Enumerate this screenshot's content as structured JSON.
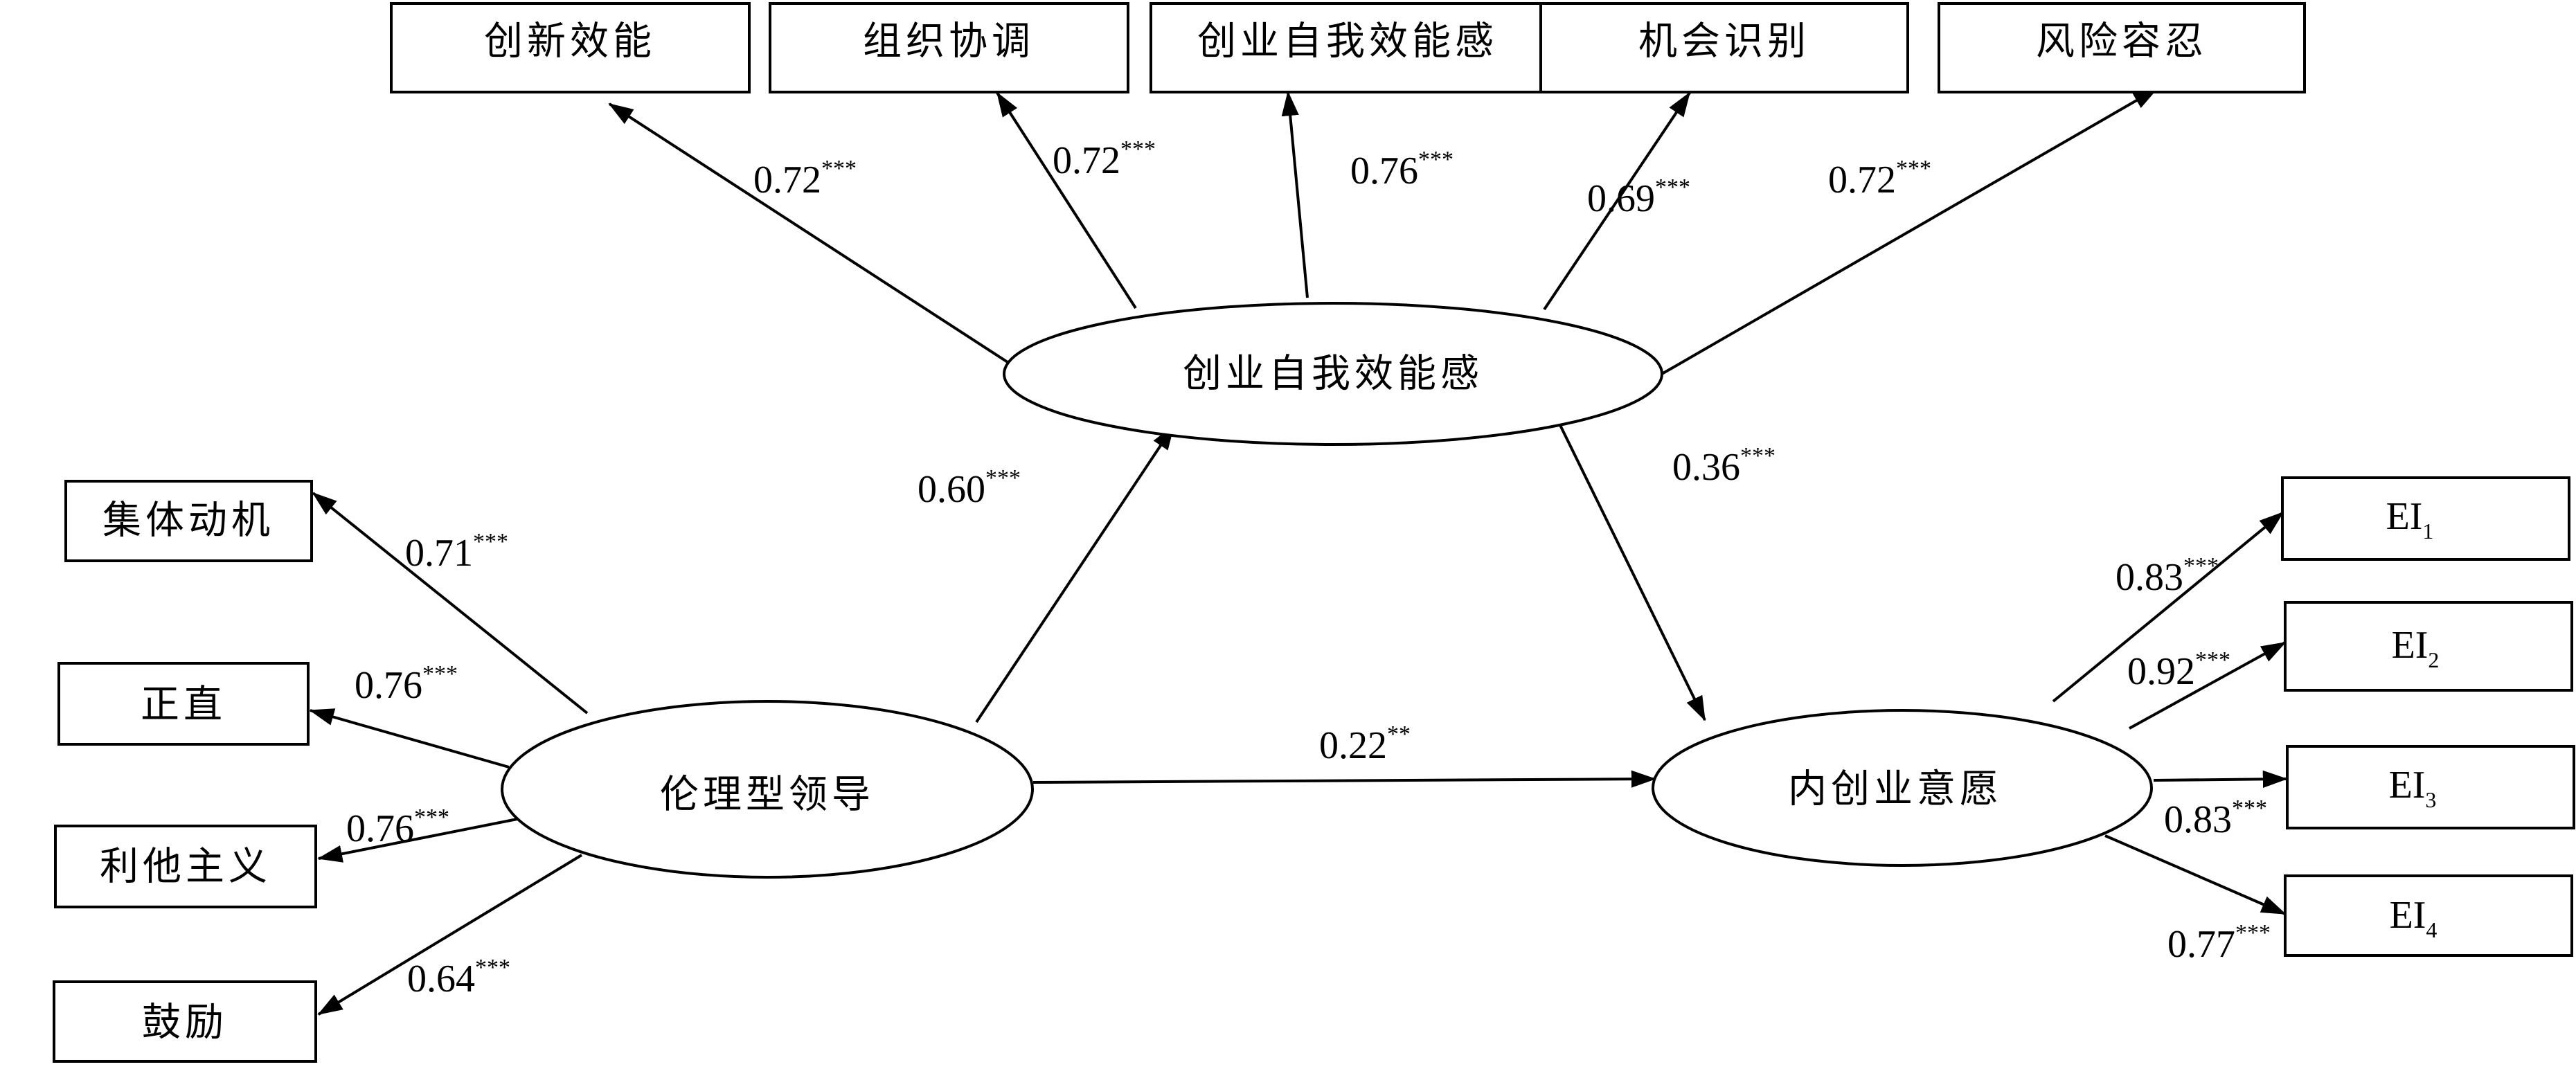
{
  "nodes": {
    "ese": "创业自我效能感",
    "ethical_leadership": "伦理型领导",
    "intention": "内创业意愿"
  },
  "ese_dimensions": {
    "innovation": "创新效能",
    "coordination": "组织协调",
    "self_efficacy": "创业自我效能感",
    "opportunity": "机会识别",
    "risk": "风险容忍"
  },
  "leadership_dimensions": {
    "collective": "集体动机",
    "integrity": "正直",
    "altruism": "利他主义",
    "encouragement": "鼓励"
  },
  "intention_items": {
    "prefix": "EI",
    "ei1": "1",
    "ei2": "2",
    "ei3": "3",
    "ei4": "4"
  },
  "coefficients": {
    "innovation": "0.72",
    "innovation_sig": "***",
    "coordination": "0.72",
    "coordination_sig": "***",
    "self_efficacy": "0.76",
    "self_efficacy_sig": "***",
    "opportunity": "0.69",
    "opportunity_sig": "***",
    "risk": "0.72",
    "risk_sig": "***",
    "leadership_to_ese": "0.60",
    "leadership_to_ese_sig": "***",
    "ese_to_intention": "0.36",
    "ese_to_intention_sig": "***",
    "leadership_to_intention": "0.22",
    "leadership_to_intention_sig": "**",
    "collective": "0.71",
    "collective_sig": "***",
    "integrity": "0.76",
    "integrity_sig": "***",
    "altruism": "0.76",
    "altruism_sig": "***",
    "encouragement": "0.64",
    "encouragement_sig": "***",
    "ei1": "0.83",
    "ei1_sig": "***",
    "ei2": "0.92",
    "ei2_sig": "***",
    "ei3": "0.83",
    "ei3_sig": "***",
    "ei4": "0.77",
    "ei4_sig": "***"
  }
}
